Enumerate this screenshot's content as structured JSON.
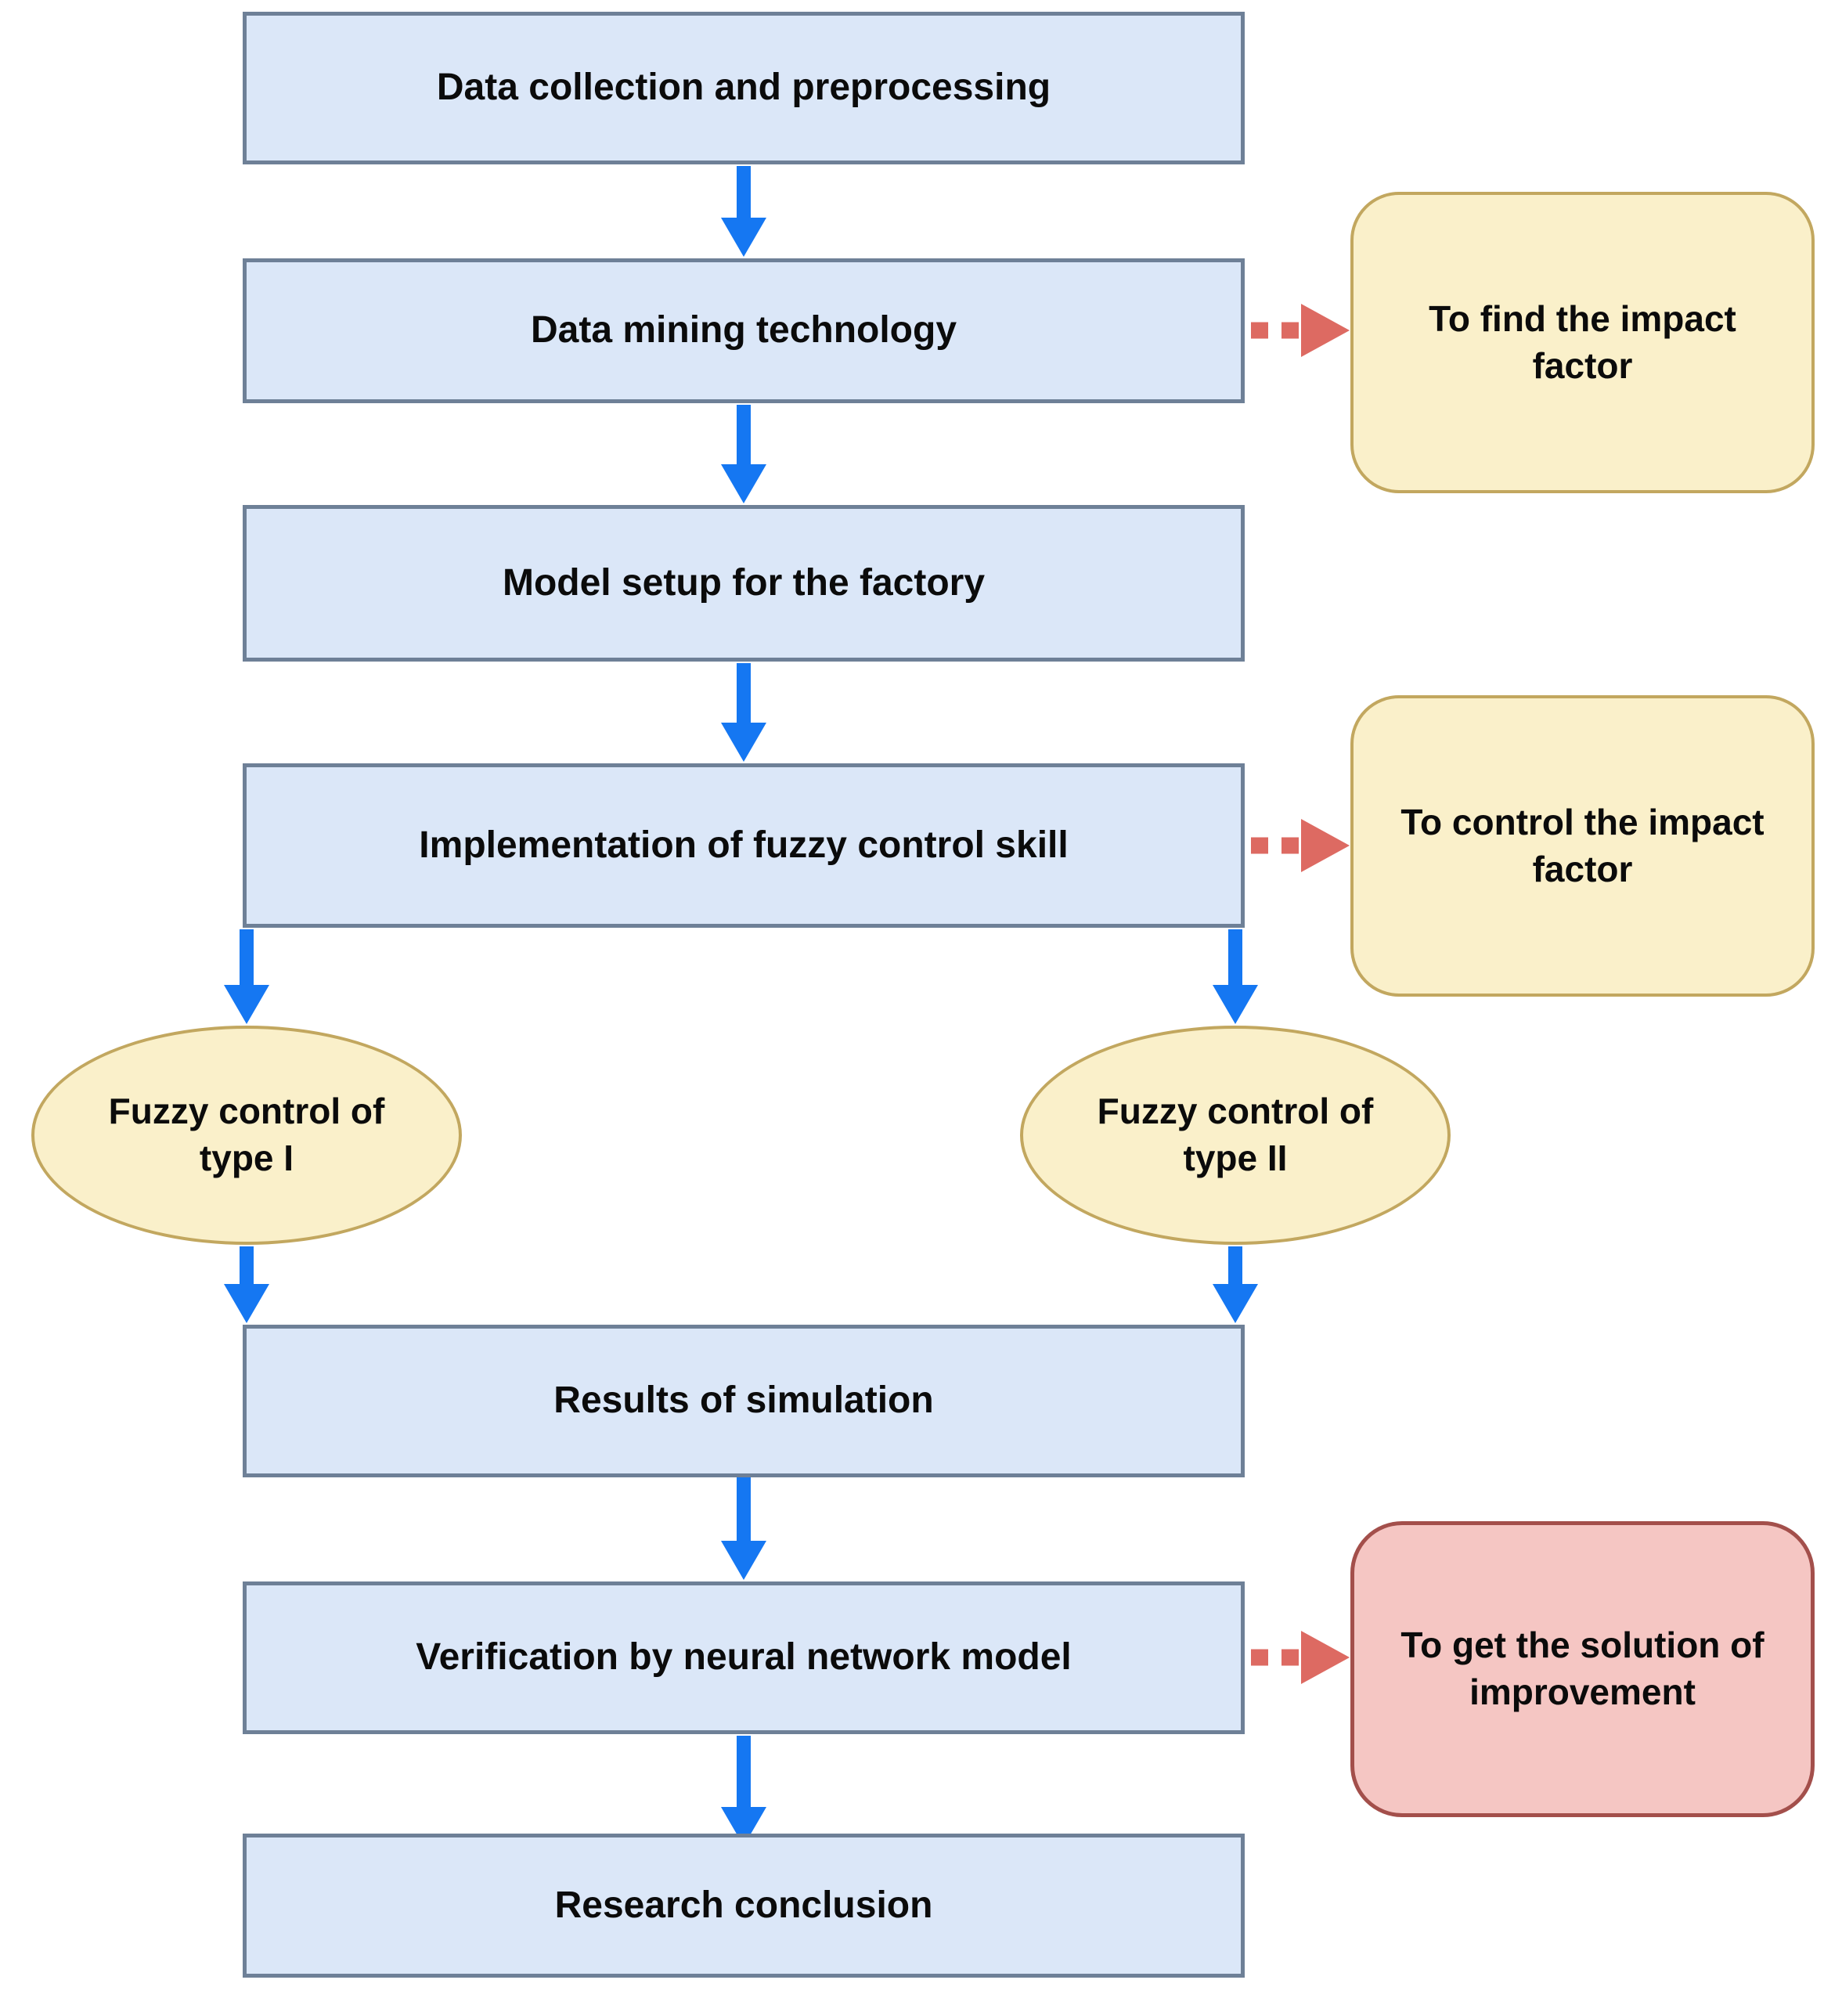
{
  "theme": {
    "background": "#ffffff",
    "process_fill": "#dbe7f8",
    "process_stroke": "#6e8097",
    "note_fill": "#faf0ca",
    "note_stroke": "#c2a75f",
    "alert_fill": "#f5c6c3",
    "alert_stroke": "#a34f4b",
    "flow_arrow_color": "#1577f2",
    "dashed_arrow_color": "#dd6a62",
    "text_color": "#0b0b0b"
  },
  "flowchart": {
    "steps": [
      {
        "label": "Data collection and preprocessing"
      },
      {
        "label": "Data mining technology"
      },
      {
        "label": "Model setup for the factory"
      },
      {
        "label": "Implementation of fuzzy control skill"
      },
      {
        "label": "Results of simulation"
      },
      {
        "label": "Verification by neural network model"
      },
      {
        "label": "Research conclusion"
      }
    ],
    "branches": [
      {
        "label": "Fuzzy control of type I"
      },
      {
        "label": "Fuzzy control of type II"
      }
    ],
    "annotations": [
      {
        "label": "To find the impact factor",
        "type": "note",
        "linked_step": "Data mining technology"
      },
      {
        "label": "To control the impact factor",
        "type": "note",
        "linked_step": "Implementation of fuzzy control skill"
      },
      {
        "label": "To get the solution of improvement",
        "type": "alert",
        "linked_step": "Verification by neural network model"
      }
    ]
  }
}
